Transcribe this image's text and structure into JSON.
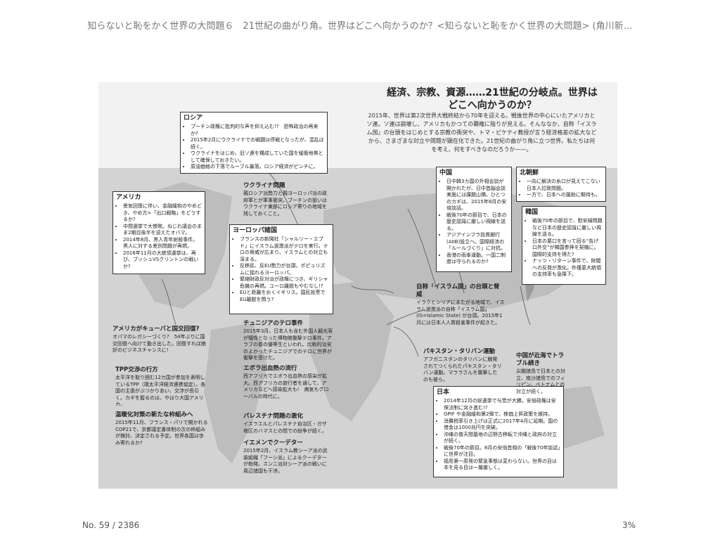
{
  "title": "知らないと恥をかく世界の大問題６　21世紀の曲がり角。世界はどこへ向かうのか？<知らないと恥をかく世界の大問題> (角川新…",
  "headline": "経済、宗教、資源……21世紀の分岐点。世界はどこへ向かうのか？",
  "intro": "2015年、世界は第2次世界大戦終結から70年を迎える。戦後世界の中心にいたアメリカとソ連。ソ連は崩壊し、アメリカもかつての覇権に陰りが見える。そんななか、自称「イスラム国」の台頭をはじめとする宗教の衝突や、トマ・ピケティ教授が言う経済格差の拡大などから、さまざまな対立や問題が顕在化できた。21世紀の曲がり角に立つ世界。私たちは何を考え、何をすべきなのだろうか——。",
  "boxes": {
    "russia": {
      "title": "ロシア",
      "items": [
        "プーチン政権に批判的な声を抑え込む!?　恐怖政治の再来か?",
        "2015年2月にウクライナでの戦闘は停戦となったが、混乱は続く。",
        "ウクライナをはじめ、旧ソ連を構成していた国を緩衝地帯として確保しておきたい。",
        "原油価格の下落でルーブル暴落。ロシア経済がピンチに。"
      ]
    },
    "america": {
      "title": "アメリカ",
      "items": [
        "景気回復に伴い、金融緩和のやめどき、やめ方=「出口戦略」をどうするか?",
        "中間選挙で大惨敗。ねじれ議会のまま2期目後半を迎えたオバマ。",
        "2014年8月、黒人青年射殺事件。黒人に対する差別問題が再燃。",
        "2016年11月の大統領選挙は、再び、ブッシュVSクリントンの戦いか?"
      ]
    },
    "europe": {
      "title": "ヨーロッパ諸国",
      "items": [
        "フランスの新聞社「シャルリー・エブド」にイスラム過激派がテロを実行。テロの脅威が広まり、イスラムとの対立も深まる。",
        "反移民、反EU勢力が台頭。ポピュリズムに揺れるヨーロッパ。",
        "緊縮財政反対派が政権につき、ギリシャ危機の再燃。ユーロ離脱もやむなし!?",
        "EUと距離をおくイギリス。国民投票でEU離脱を問う?"
      ]
    },
    "china": {
      "title": "中国",
      "items": [
        "日中韓3カ国の外相会談が開かれたが、日中首脳会談実施には課題山積。ひとつのカギは、2015年8月の安倍談話。",
        "戦後70年の節目で、日本の歴史認識に厳しい視線を送る。",
        "アジアインフラ投資銀行(AIIB)設立へ。国際経済の「ルールづくり」に対抗。",
        "香港の雨傘運動。一国二制度は守られるのか?"
      ]
    },
    "northkorea": {
      "title": "北朝鮮",
      "items": [
        "一向に解決の糸口が見えてこない日本人拉致問題。",
        "一方で、日本への援助に期待も。"
      ]
    },
    "korea": {
      "title": "韓国",
      "items": [
        "戦後70年の節目で、慰安婦問題など日本の歴史認識に厳しい視線を送る。",
        "日本の悪口を言って回る“告げ口外交”が隣国参拝を契機に。国際的支持を得た?",
        "ナッツ・リターン事件で、財閥への反発が激化。朴槿恵大統領の支持率も急降下。"
      ]
    },
    "japan": {
      "title": "日本",
      "items": [
        "2014年12月の総選挙で与党が大勝。安倍政権は安保法制に突き進む!?",
        "GPIF や金融緩和第2弾で、株価上昇政策を維持。",
        "消費税率引き上げは正式に2017年4月に延期。国の借金は1000兆円を突破。",
        "沖縄の普天間基地の辺野古移転で沖縄と政府の対立が続く。",
        "戦後70年の節目。8月の安倍首相の「戦後70年談話」に世界が注目。",
        "福島第一原発の緊急事態は変わらない。世界の目は本を見る目は一層厳しく。"
      ]
    }
  },
  "notes": {
    "ukraine": {
      "title": "ウクライナ問題",
      "text": "親ロシア派勢力と親ヨーロッパ派の政府軍とが軍事衝突。プーチンの狙いはウクライナ東部にロシア寄りの地域を残しておくこと。"
    },
    "isis": {
      "title": "自称「イスラム国」の台頭と脅威",
      "text": "イラクとシリアにまたがる地域で、イスラム過激派の自称「イスラム国」(IS=Islamic State) が台頭。2015年1月には日本人人質殺害事件が起きた。"
    },
    "cuba": {
      "title": "アメリカがキューバと国交回復?",
      "text": "オバマのレガシーづくり?　54年ぶりに国交回復へ向けて動き出した。回復すれば絶好のビジネスチャンスに!"
    },
    "tunisia": {
      "title": "チュニジアのテロ事件",
      "text": "2015年3月、日本人も含む外国人観光客が犠牲となった博物館襲撃テロ事件。アラブの春の優等生といわれ、比較的治安のよかったチュニジアでのテロに世界が衝撃を受けた。"
    },
    "pakistan": {
      "title": "パキスタン・タリバン運動",
      "text": "アフガニスタンのタリバンに触発されてつくられたパキスタン・タリバン運動。マララさんを襲撃したのも彼ら。"
    },
    "tpp": {
      "title": "TPP交渉の行方",
      "text": "太平洋を取り囲む12カ国が参加を表明しているTPP（環太平洋経済連携協定）。各国の主張がぶつかりあい、交渉が長引く。カギを握るのは、やはり大国アメリカ。"
    },
    "ebola": {
      "title": "エボラ出血熱の流行",
      "text": "西アフリカでエボラ出血熱の感染が拡大。西アフリカの旅行者を通して、アメリカなどへ感染拡大も!　病気もグローバルの時代に。"
    },
    "seas": {
      "title": "中国が近海でトラブル続き",
      "text": "尖閣諸島で日本との対立、南沙諸島でのフィリピン、ベトナムとの対立が続く。"
    },
    "warming": {
      "title": "温暖化対策の新たな枠組みへ",
      "text": "2015年11月、フランス・パリで開かれるCOP21で、京都議定書体制の次の枠組みが検討、決定される予定。世界各国は歩み寄れるか?"
    },
    "palestine": {
      "title": "パレスチナ問題の激化",
      "text": "イスラエルとパレスチナ自治区・ガザ地区のハマスとの間での紛争が続く。"
    },
    "yemen": {
      "title": "イエメンでクーデター",
      "text": "2015年2月、イスラム教シーア派の武装組織「フーシ派」によるクーデターが勃発。スンニ派対シーア派の戦いに周辺諸国も干渉。"
    }
  },
  "footer": {
    "page": "No. 59 / 2386",
    "progress": "3%"
  }
}
